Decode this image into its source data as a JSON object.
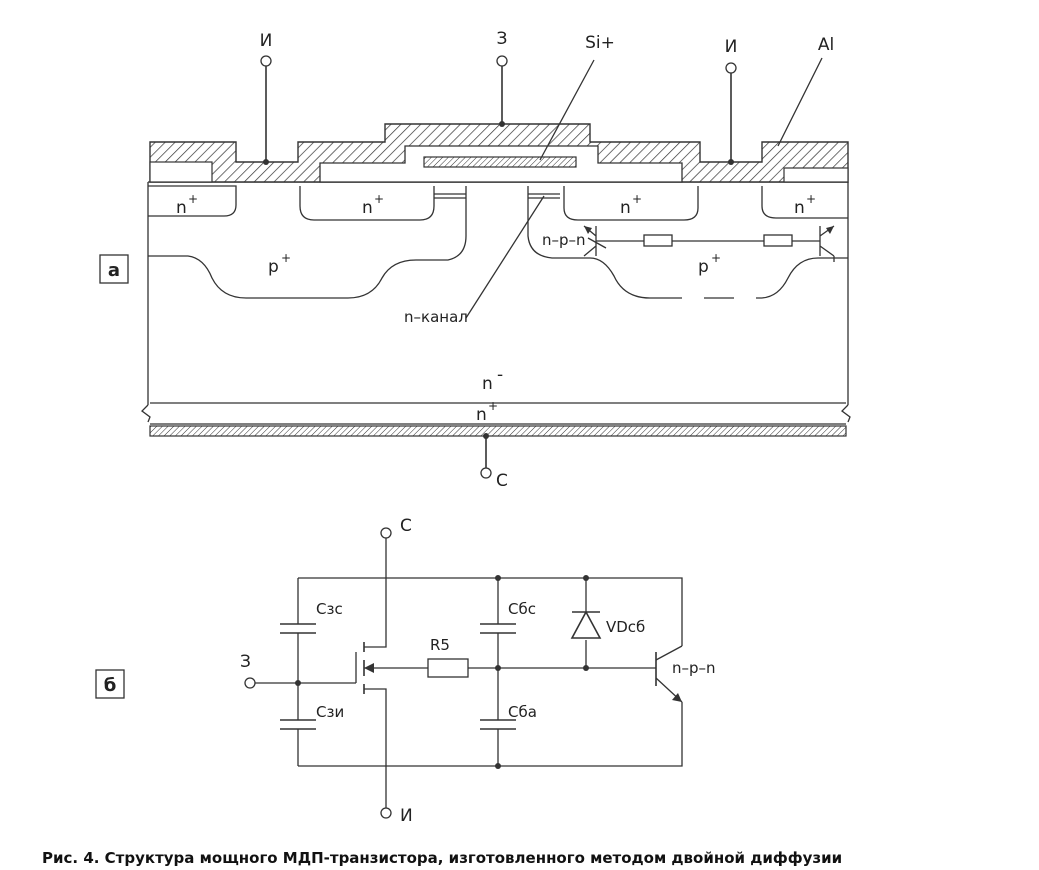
{
  "panel_a": {
    "panel_letter": "а",
    "terminal_source_left": "И",
    "terminal_gate": "З",
    "label_si": "Si+",
    "terminal_source_right": "И",
    "label_al": "Al",
    "label_n_plus_1": "n",
    "label_n_plus_2": "n",
    "label_n_plus_3": "n",
    "label_n_plus_4": "n",
    "label_p_plus_left": "p",
    "label_p_plus_right": "p",
    "superscript_plus": "+",
    "label_npn": "n–p–n",
    "label_channel": "n–канал",
    "label_n_minus": "n",
    "superscript_minus": "-",
    "label_n_plus_substrate": "n",
    "terminal_drain": "С"
  },
  "panel_b": {
    "panel_letter": "б",
    "terminal_drain": "С",
    "terminal_gate": "З",
    "terminal_source": "И",
    "cap_gate_drain": "Сзс",
    "cap_gate_source": "Сзи",
    "resistor": "R5",
    "cap_base_collector": "Сбс",
    "cap_base_emitter": "Сба",
    "diode": "VDcб",
    "transistor_type": "n–p–n"
  },
  "caption": "Рис. 4. Структура мощного МДП-транзистора, изготовленного методом двойной диффузии"
}
